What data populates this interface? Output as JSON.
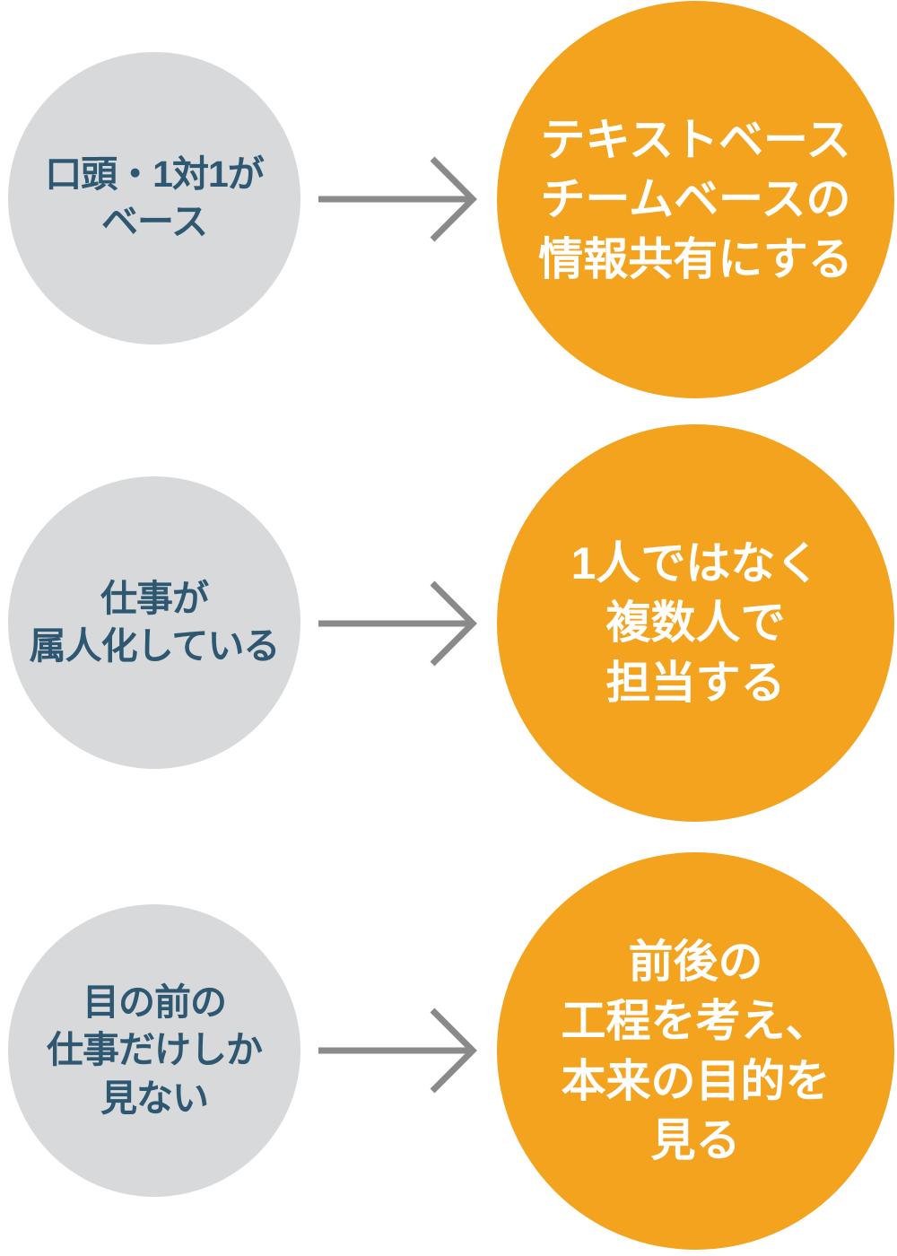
{
  "diagram": {
    "title": "problem-to-solution flow",
    "rows": [
      {
        "problem": {
          "lines": [
            "口頭・1対1が",
            "ベース"
          ]
        },
        "solution": {
          "lines": [
            "テキストベース",
            "チームベースの",
            "情報共有にする"
          ]
        }
      },
      {
        "problem": {
          "lines": [
            "仕事が",
            "属人化している"
          ]
        },
        "solution": {
          "lines": [
            "1人ではなく",
            "複数人で",
            "担当する"
          ]
        }
      },
      {
        "problem": {
          "lines": [
            "目の前の",
            "仕事だけしか",
            "見ない"
          ]
        },
        "solution": {
          "lines": [
            "前後の",
            "工程を考え、",
            "本来の目的を",
            "見る"
          ]
        }
      }
    ],
    "colors": {
      "problem_circle": "#d8d9db",
      "problem_text": "#2e5871",
      "solution_circle": "#f3a31e",
      "solution_text": "#ffffff",
      "arrow": "#8a8a8a",
      "background": "#ffffff"
    },
    "arrow_glyph": "→"
  }
}
